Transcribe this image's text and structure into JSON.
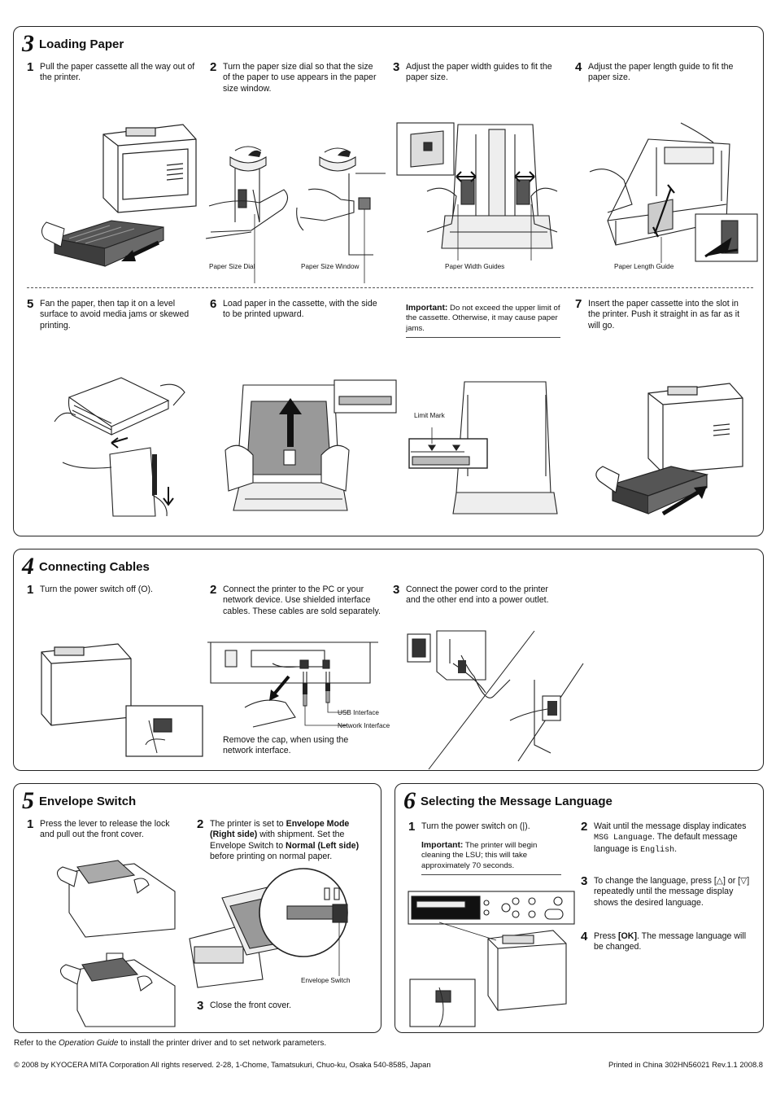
{
  "loading": {
    "num": "3",
    "title": "Loading Paper",
    "steps": [
      {
        "n": "1",
        "text": "Pull the paper cassette all the way out of the printer."
      },
      {
        "n": "2",
        "text": "Turn the paper size dial so that the size of the paper to use appears in the paper size window."
      },
      {
        "n": "3",
        "text": "Adjust the paper width guides to fit the paper size."
      },
      {
        "n": "4",
        "text": "Adjust the paper length guide to fit the paper size."
      },
      {
        "n": "5",
        "text": "Fan the paper, then tap it on a level surface to avoid media jams or skewed printing."
      },
      {
        "n": "6",
        "text": "Load paper in the cassette, with the side to be printed upward."
      },
      {
        "n": "7",
        "text": "Insert the paper cassette into the slot in the printer. Push it straight in as far as it will go."
      }
    ],
    "important_label": "Important:",
    "important_text": "Do not exceed the upper limit of the cassette. Otherwise, it may cause paper jams.",
    "captions": {
      "dial": "Paper Size Dial",
      "window": "Paper Size Window",
      "width": "Paper Width Guides",
      "length": "Paper Length Guide",
      "limit": "Limit Mark"
    }
  },
  "cables": {
    "num": "4",
    "title": "Connecting Cables",
    "steps": [
      {
        "n": "1",
        "text": "Turn the power switch off (O)."
      },
      {
        "n": "2",
        "text": "Connect the printer to the PC or your network device. Use shielded interface cables. These cables are sold separately."
      },
      {
        "n": "3",
        "text": "Connect the power cord to the printer and the other end into a power outlet."
      }
    ],
    "note": "Remove the cap, when using the network interface.",
    "captions": {
      "usb": "USB Interface",
      "network": "Network Interface"
    }
  },
  "envelope": {
    "num": "5",
    "title": "Envelope Switch",
    "step1": {
      "n": "1",
      "text": "Press the lever to release the lock and pull out the front cover."
    },
    "step2": {
      "n": "2",
      "p1": "The printer is set to ",
      "b1": "Envelope Mode (Right side)",
      "p2": " with shipment. Set the Envelope Switch to ",
      "b2": "Normal (Left side)",
      "p3": " before printing on normal paper."
    },
    "step3": {
      "n": "3",
      "text": "Close the front cover."
    },
    "caption": "Envelope Switch"
  },
  "language": {
    "num": "6",
    "title": "Selecting the Message Language",
    "step1": {
      "n": "1",
      "text": "Turn the power switch on (|)."
    },
    "important_label": "Important:",
    "important_text": "The printer will begin cleaning the LSU; this will take approximately 70 seconds.",
    "step2": {
      "n": "2",
      "p1": "Wait until the message display indicates ",
      "m1": "MSG Language",
      "p2": ". The default message language is ",
      "m2": "English",
      "p3": "."
    },
    "step3": {
      "n": "3",
      "p1": "To change the language, press [",
      "up": "△",
      "p2": "] or [",
      "down": "▽",
      "p3": "] repeatedly until the message display shows the desired language."
    },
    "step4": {
      "n": "4",
      "p1": "Press ",
      "b1": "[OK]",
      "p2": ". The message language will be changed."
    }
  },
  "footer": {
    "refer_p1": "Refer to the ",
    "refer_i": "Operation Guide",
    "refer_p2": " to install the printer driver and to set network parameters.",
    "copyright": "© 2008 by KYOCERA MITA Corporation All rights reserved.  2-28, 1-Chome, Tamatsukuri, Chuo-ku, Osaka 540-8585, Japan",
    "printed": "Printed in China  302HN56021  Rev.1.1  2008.8"
  }
}
